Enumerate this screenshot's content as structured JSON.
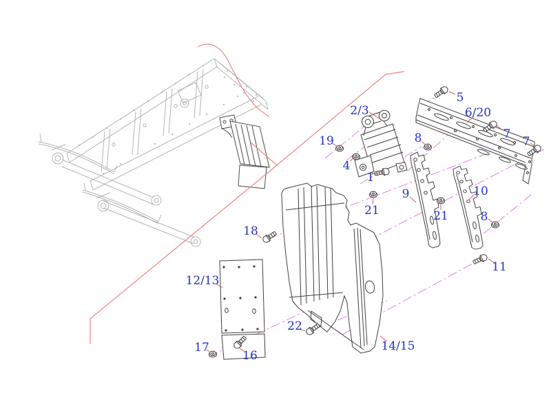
{
  "figure": {
    "kind": "exploded-parts-diagram",
    "description": "Truck chassis location view with exploded mudguard bracket assembly",
    "background": "#ffffff"
  },
  "colors": {
    "callout_text": "#2531c4",
    "leader_line": "#d65c5c",
    "boundary_line": "#ee8585",
    "axis_line": "#dd84dd",
    "part_outline": "#3f3f3f",
    "context_chassis": "#b4b4b4",
    "mounted_part": "#4a4a4a"
  },
  "callouts": [
    {
      "id": "2-3",
      "label": "2/3"
    },
    {
      "id": "5",
      "label": "5"
    },
    {
      "id": "6-20",
      "label": "6/20"
    },
    {
      "id": "7a",
      "label": "7"
    },
    {
      "id": "7b",
      "label": "7"
    },
    {
      "id": "19",
      "label": "19"
    },
    {
      "id": "4",
      "label": "4"
    },
    {
      "id": "8a",
      "label": "8"
    },
    {
      "id": "1",
      "label": "1"
    },
    {
      "id": "21a",
      "label": "21"
    },
    {
      "id": "9",
      "label": "9"
    },
    {
      "id": "10",
      "label": "10"
    },
    {
      "id": "21b",
      "label": "21"
    },
    {
      "id": "8b",
      "label": "8"
    },
    {
      "id": "11",
      "label": "11"
    },
    {
      "id": "18",
      "label": "18"
    },
    {
      "id": "12-13",
      "label": "12/13"
    },
    {
      "id": "22",
      "label": "22"
    },
    {
      "id": "14-15",
      "label": "14/15"
    },
    {
      "id": "16",
      "label": "16"
    },
    {
      "id": "17",
      "label": "17"
    }
  ]
}
